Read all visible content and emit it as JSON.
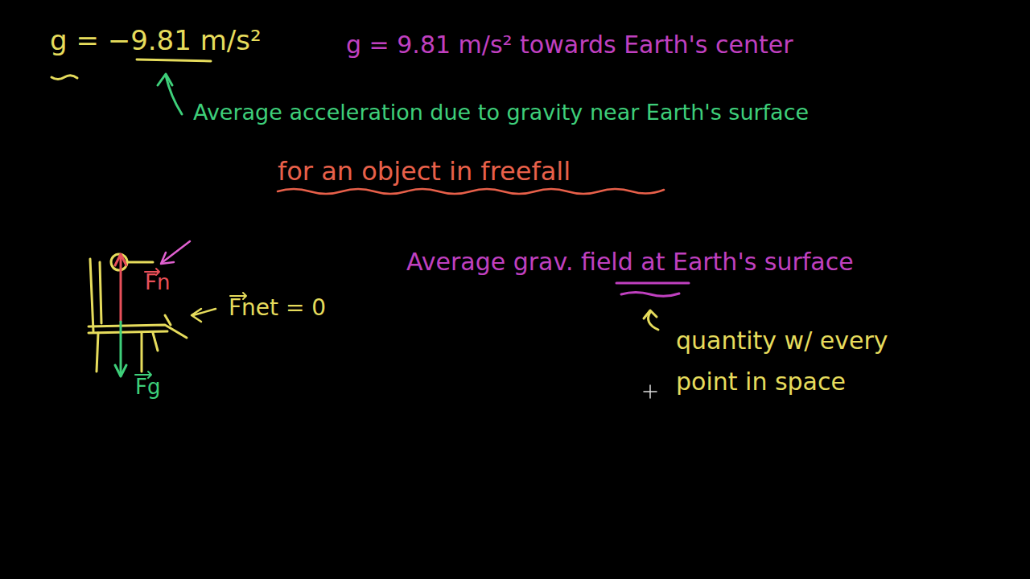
{
  "diagram": {
    "labels": [
      "g = −9.81 m/s²",
      "g = 9.81 m/s² towards Earth's center",
      "Average acceleration due to gravity near Earth's surface",
      "for an object in freefall",
      "Fn",
      "Fnet = 0",
      "Fg",
      "Average grav. field at Earth's surface",
      "quantity w/ every point in space"
    ]
  }
}
